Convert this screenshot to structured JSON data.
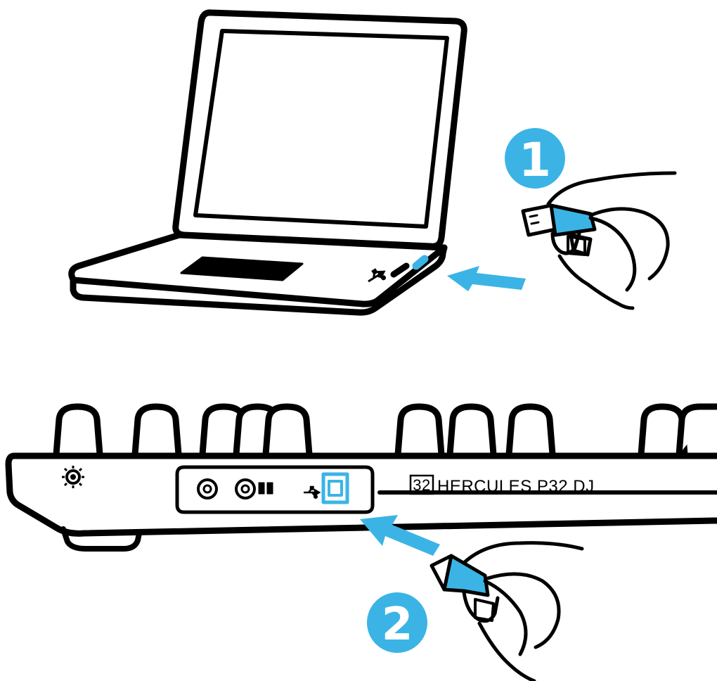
{
  "steps": [
    {
      "number": "1",
      "description_visible": false
    },
    {
      "number": "2",
      "description_visible": false
    }
  ],
  "device": {
    "model_badge": "32",
    "brand_label": "HERCULES P32 DJ"
  },
  "colors": {
    "accent": "#3bb4e5",
    "line": "#000000",
    "background": "#ffffff"
  },
  "icons": [
    "usb-icon",
    "power-icon"
  ]
}
